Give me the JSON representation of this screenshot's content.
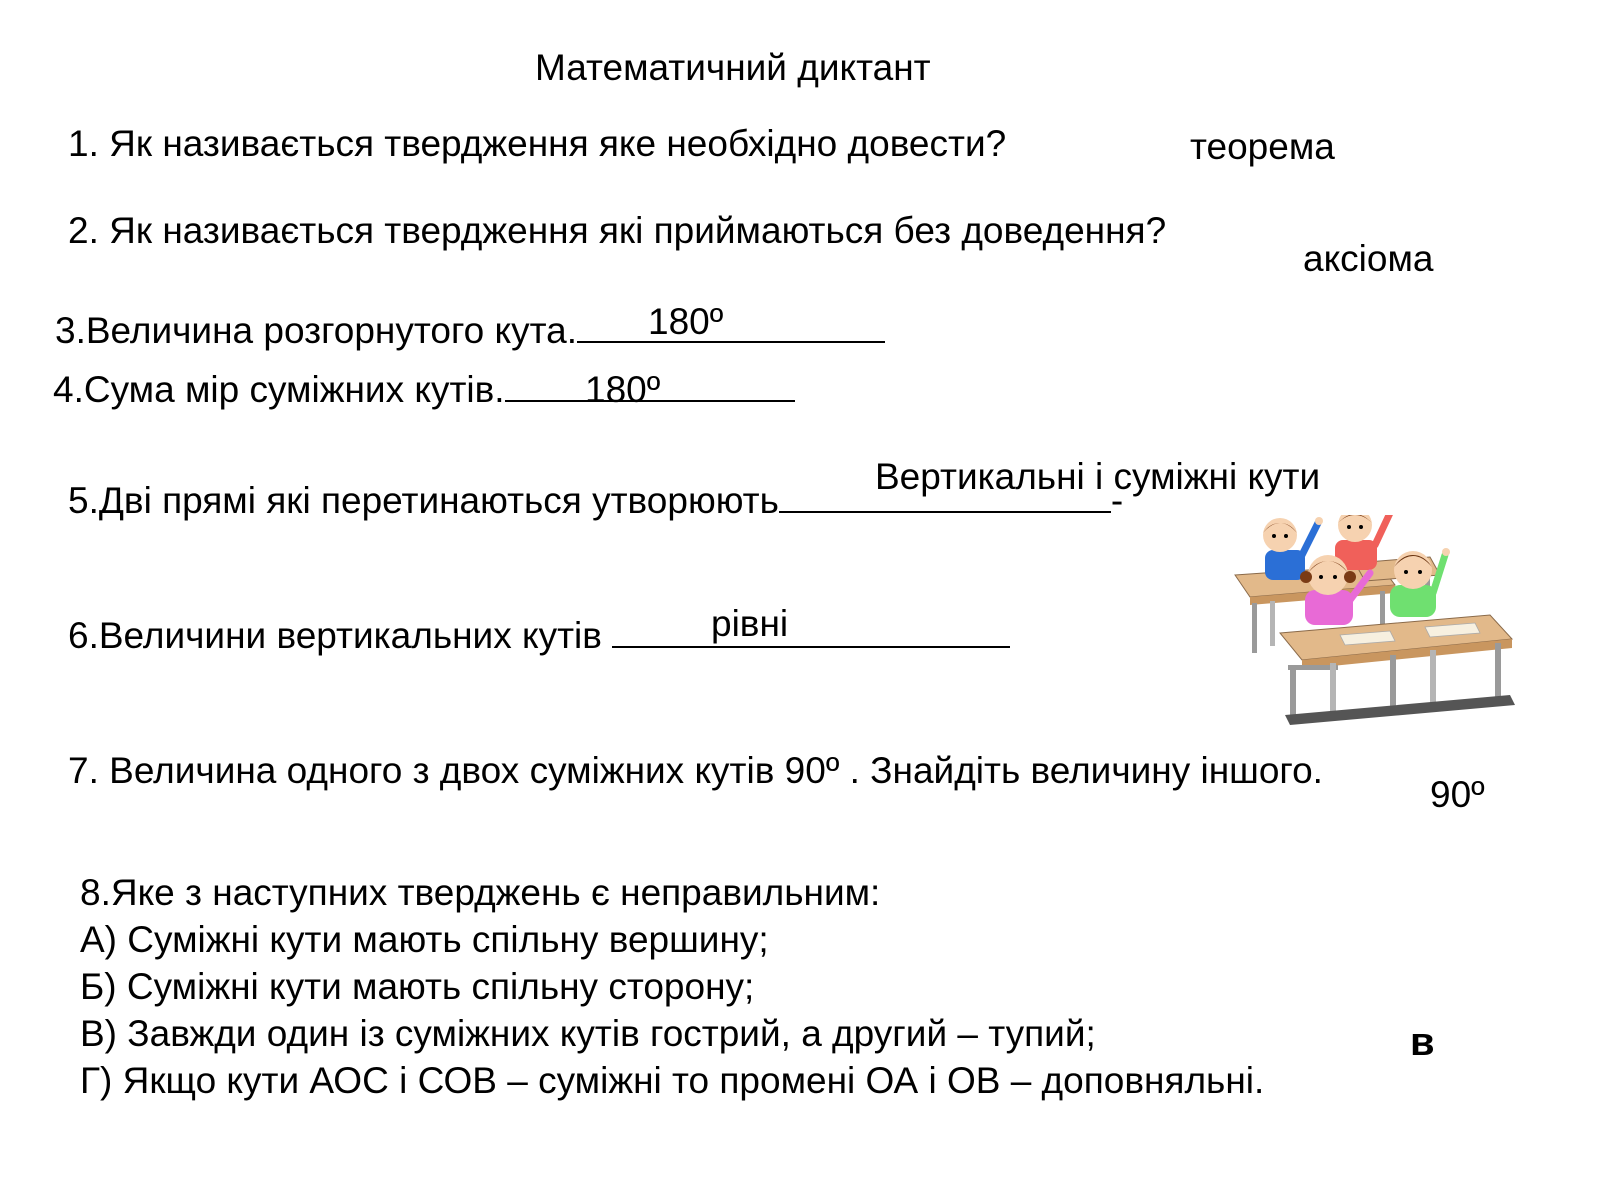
{
  "title": "Математичний диктант",
  "questions": {
    "q1": {
      "text": "1. Як називається твердження яке необхідно довести?",
      "answer": "теорема"
    },
    "q2": {
      "text": "2. Як називається твердження які приймаються без доведення?",
      "answer": "аксіома"
    },
    "q3": {
      "text": "3.Величина розгорнутого кута.",
      "answer": "180º"
    },
    "q4": {
      "text": "4.Сума мір суміжних кутів.",
      "answer": "180º"
    },
    "q5": {
      "text": "5.Дві прямі які перетинаються утворюють",
      "suffix": "-",
      "answer": "Вертикальні і суміжні кути"
    },
    "q6": {
      "text": "6.Величини вертикальних кутів",
      "answer": "рівні"
    },
    "q7": {
      "text": "7. Величина одного з двох суміжних кутів 90º . Знайдіть величину іншого.",
      "answer": "90º"
    },
    "q8": {
      "text": "8.Яке з наступних тверджень є неправильним:",
      "options": [
        "А) Суміжні кути мають спільну вершину;",
        "Б) Суміжні кути мають спільну сторону;",
        "В) Завжди один із суміжних кутів гострий, а другий – тупий;",
        "Г) Якщо кути АОС і СОВ – суміжні то промені ОА і ОВ – доповняльні."
      ],
      "answer": "в"
    }
  },
  "illustration": {
    "icon": "classroom-children-icon"
  }
}
